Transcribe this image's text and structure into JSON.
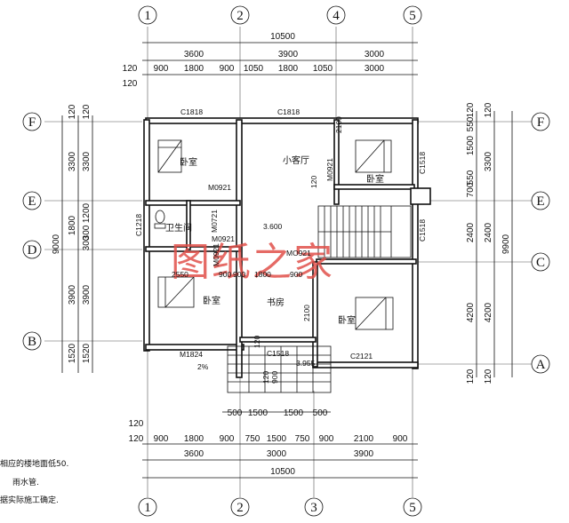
{
  "axes": {
    "top": [
      "1",
      "2",
      "4",
      "5"
    ],
    "bottom": [
      "1",
      "2",
      "3",
      "5"
    ],
    "left": [
      "F",
      "E",
      "D",
      "B"
    ],
    "right": [
      "F",
      "E",
      "C",
      "A"
    ]
  },
  "dims_top": {
    "total": "10500",
    "row2": [
      "3600",
      "3900",
      "3000"
    ],
    "row3": [
      "900",
      "1800",
      "900",
      "1050",
      "1800",
      "1050",
      "3000"
    ],
    "edge": [
      "120",
      "120"
    ]
  },
  "dims_bottom": {
    "total": "10500",
    "row2": [
      "3600",
      "3000",
      "3900"
    ],
    "row1": [
      "900",
      "1800",
      "900",
      "750",
      "1500",
      "750",
      "900",
      "2100",
      "900"
    ],
    "edge": [
      "120",
      "120"
    ],
    "stair": [
      "500",
      "1500",
      "1500",
      "500"
    ]
  },
  "dims_left": {
    "outer": [
      "3300",
      "1800",
      "3900",
      "1520"
    ],
    "inner": [
      "3300",
      "1200",
      "300",
      "300",
      "3900",
      "1520"
    ],
    "total": "9000",
    "edge": [
      "120",
      "120"
    ]
  },
  "dims_right": {
    "inner": [
      "1500",
      "550",
      "700",
      "550",
      "2400",
      "4200",
      "120",
      "120"
    ],
    "mid": [
      "3300",
      "2400",
      "4200"
    ],
    "total": "9900",
    "edge": [
      "120",
      "120"
    ]
  },
  "rooms": {
    "bedroom_nw": "卧室",
    "bedroom_ne": "卧室",
    "bedroom_sw": "卧室",
    "bedroom_se": "卧室",
    "living": "小客厅",
    "bath": "卫生间",
    "study": "书房"
  },
  "tags": {
    "c1818_a": "C1818",
    "c1818_b": "C1818",
    "m0921_a": "M0921",
    "m0921_b": "M0921",
    "m0921_c": "M0921",
    "m0921_d": "MO921",
    "m0921_e": "M0921",
    "m0721": "M0721",
    "c1218": "C1218",
    "c1518_a": "C1518",
    "c1518_b": "C1518",
    "c1518_c": "C1518",
    "c2121": "C2121",
    "m1824": "M1824",
    "slope": "2%",
    "level": "3.600",
    "level2": "3.955",
    "d2100_a": "2100",
    "d2100_b": "2100",
    "d2550": "2550",
    "d900a": "900",
    "d900b": "900",
    "d1800": "1800",
    "d900c": "900",
    "d120a": "120",
    "d120b": "120",
    "d120c": "120",
    "d900d": "900"
  },
  "watermark": "图纸之家",
  "notes": [
    "相应的楼地面低50.",
    "雨水管.",
    "据实际施工确定."
  ]
}
